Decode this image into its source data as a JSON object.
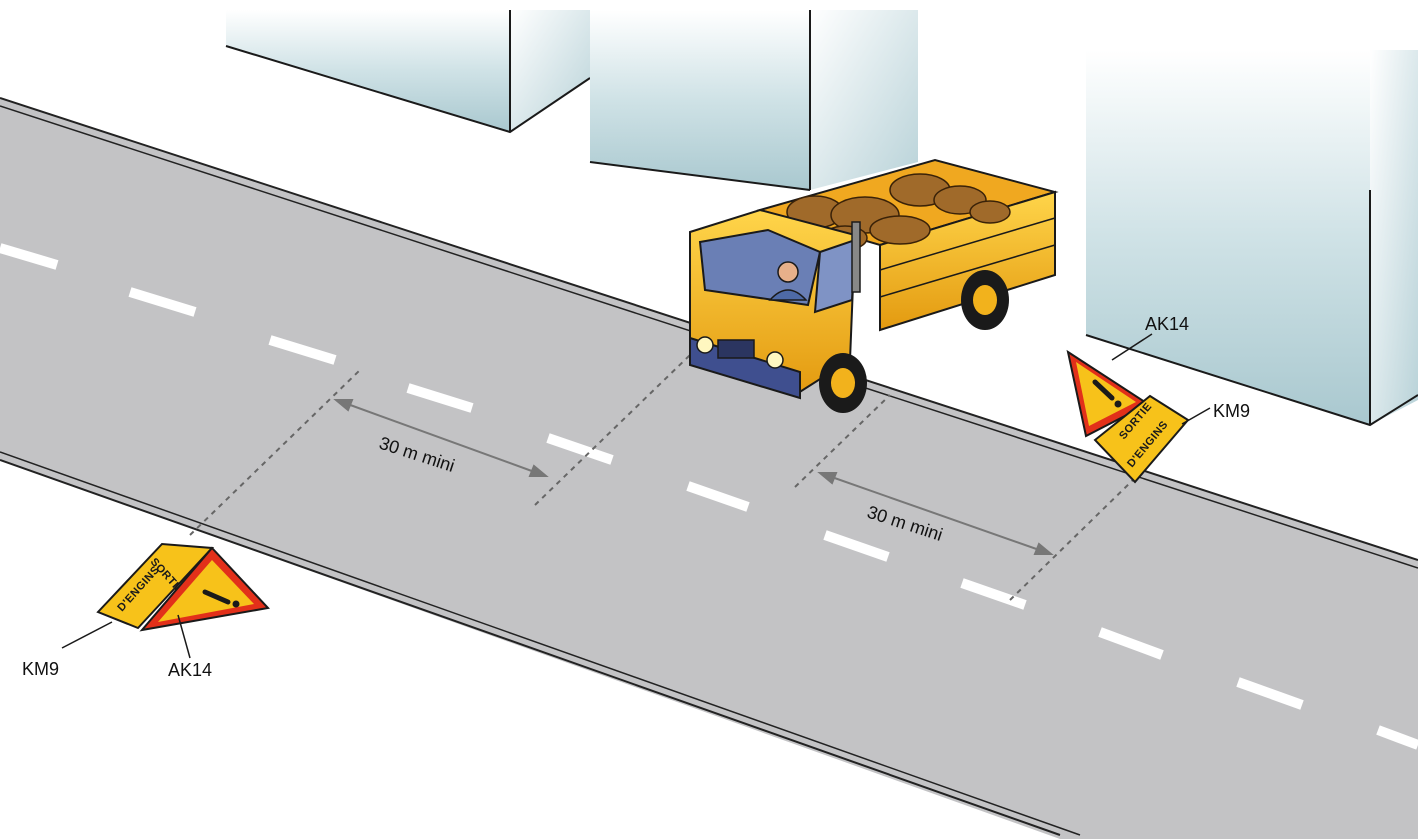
{
  "labels": {
    "ak14_top": "AK14",
    "km9_top": "KM9",
    "ak14_bottom": "AK14",
    "km9_bottom": "KM9",
    "distance_left": "30 m mini",
    "distance_right": "30 m mini"
  },
  "sign_text": {
    "top_line1": "SORTIE",
    "top_line2": "D'ENGINS",
    "bottom_line1": "SORTIE",
    "bottom_line2": "D'ENGINS"
  },
  "colors": {
    "road": "#c3c3c5",
    "road_edge": "#2a2a2a",
    "lane_marking": "#ffffff",
    "building_glass": "#b5d0d6",
    "truck_body": "#f2b21c",
    "sign_red": "#e2301a",
    "sign_yellow": "#f7c21a",
    "dimension_line": "#777777"
  }
}
